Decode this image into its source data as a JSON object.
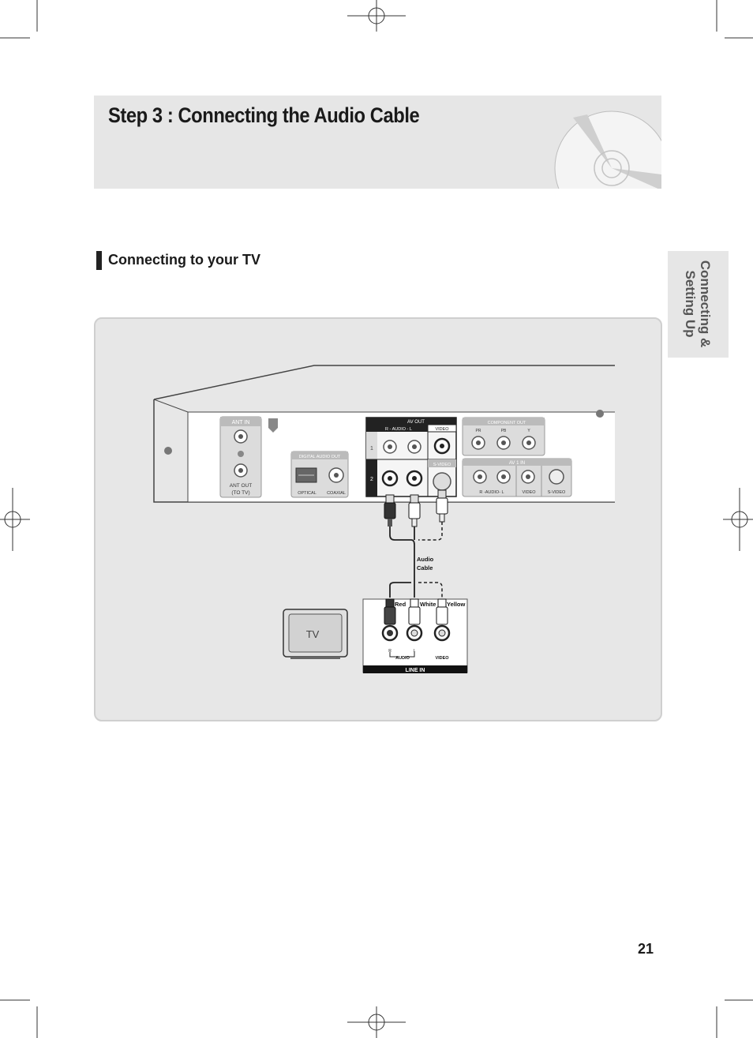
{
  "header": {
    "title": "Step 3 : Connecting the Audio Cable"
  },
  "section": {
    "title": "Connecting to your TV"
  },
  "side_tab": {
    "line1": "Connecting &",
    "line2": "Setting Up"
  },
  "diagram": {
    "ant_in": "ANT IN",
    "ant_out": "ANT OUT",
    "ant_out_sub": "(TO TV)",
    "digital_audio_out": "DIGITAL AUDIO OUT",
    "optical": "OPTICAL",
    "coaxial": "COAXIAL",
    "av_out": "AV OUT",
    "audio_rl": "R - AUDIO - L",
    "video": "VIDEO",
    "s_video": "S-VIDEO",
    "row1": "1",
    "row2": "2",
    "component_out": "COMPONENT OUT",
    "comp_y": "Y",
    "comp_pb": "PB",
    "comp_pr": "PR",
    "av1_in": "AV 1 IN",
    "av1_audio": "R -AUDIO- L",
    "av1_video": "VIDEO",
    "av1_svideo": "S-VIDEO",
    "audio_cable_1": "Audio",
    "audio_cable_2": "Cable",
    "tv": "TV",
    "red": "Red",
    "white": "White",
    "yellow": "Yellow",
    "r": "R",
    "l": "L",
    "audio": "AUDIO",
    "video_in": "VIDEO",
    "line_in": "LINE IN"
  },
  "page": {
    "number": "21"
  },
  "colors": {
    "band": "#e6e6e6",
    "box": "#e7e7e7",
    "text": "#1a1a1a"
  }
}
